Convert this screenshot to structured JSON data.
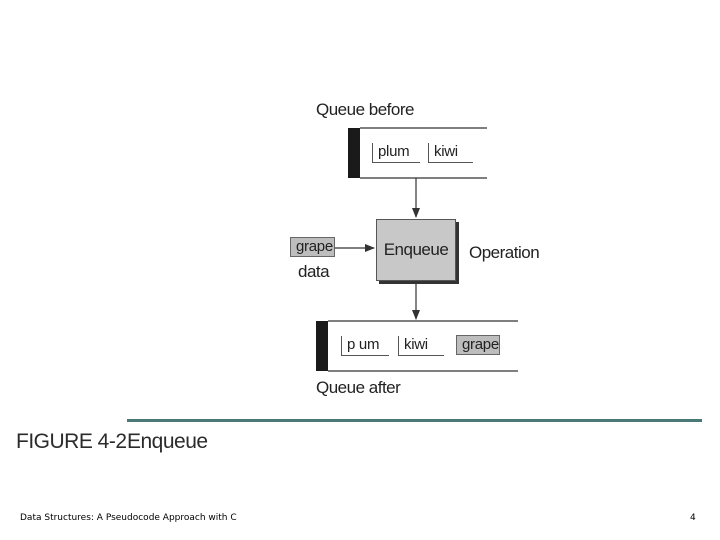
{
  "diagram": {
    "queue_before_label": "Queue before",
    "queue_before_items": [
      "plum",
      "kiwi"
    ],
    "operation_box_label": "Enqueue",
    "operation_label": "Operation",
    "data_item": "grape",
    "data_label": "data",
    "queue_after_items": [
      "p um",
      "kiwi",
      "grape"
    ],
    "queue_after_label": "Queue after"
  },
  "figure": {
    "number": "FIGURE 4-2",
    "title": "Enqueue"
  },
  "footer": {
    "source": "Data Structures: A Pseudocode Approach with C",
    "page": "4"
  },
  "colors": {
    "rule": "#4a7a78",
    "box_fill": "#c8c8c8",
    "shaded_item": "#bdbdbd"
  }
}
